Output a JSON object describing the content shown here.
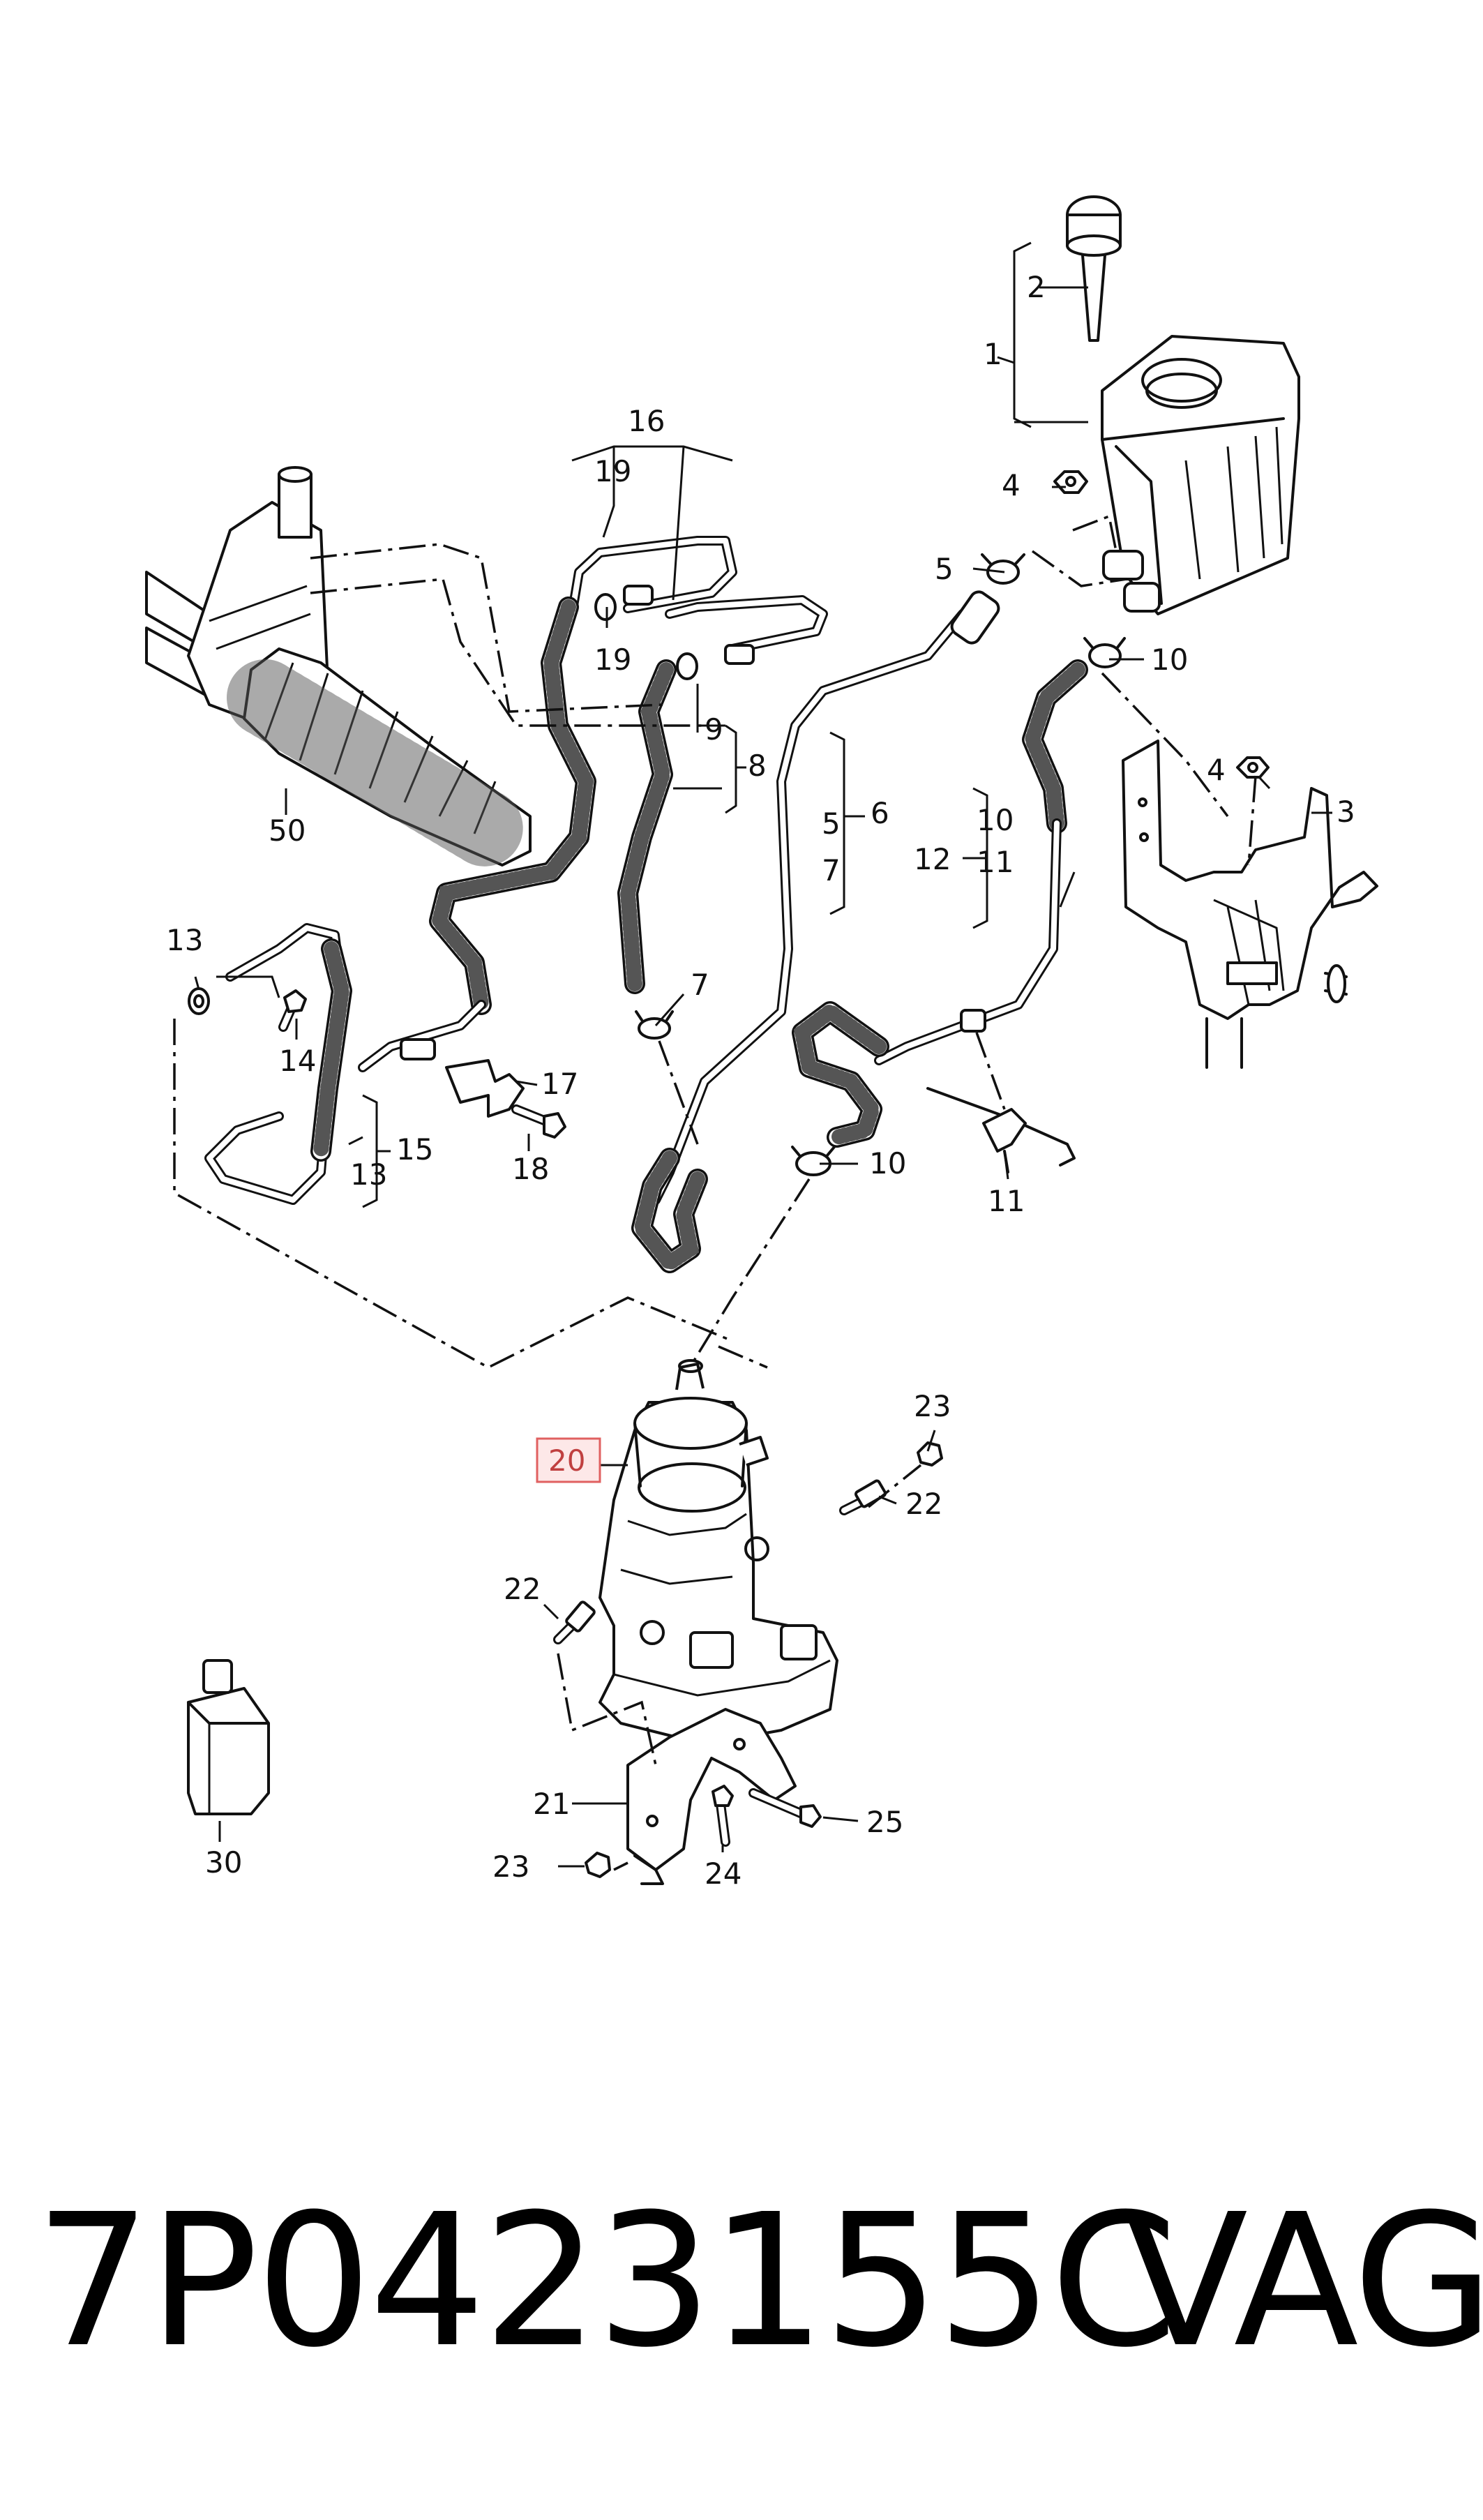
{
  "diagram": {
    "highlighted_label": "20",
    "labels": {
      "l1": "1",
      "l2": "2",
      "l3": "3",
      "l4a": "4",
      "l4b": "4",
      "l5a": "5",
      "l5b": "5",
      "l6": "6",
      "l7a": "7",
      "l7b": "7",
      "l8": "8",
      "l9": "9",
      "l10a": "10",
      "l10b": "10",
      "l10c": "10",
      "l11a": "11",
      "l11b": "11",
      "l12": "12",
      "l13a": "13",
      "l13b": "13",
      "l14": "14",
      "l15": "15",
      "l16": "16",
      "l17": "17",
      "l18": "18",
      "l19a": "19",
      "l19b": "19",
      "l20": "20",
      "l21": "21",
      "l22a": "22",
      "l22b": "22",
      "l23a": "23",
      "l23b": "23",
      "l24": "24",
      "l25": "25",
      "l30": "30",
      "l50": "50"
    }
  },
  "footer": {
    "part_number": "7P0423155C",
    "brand": "VAG"
  }
}
